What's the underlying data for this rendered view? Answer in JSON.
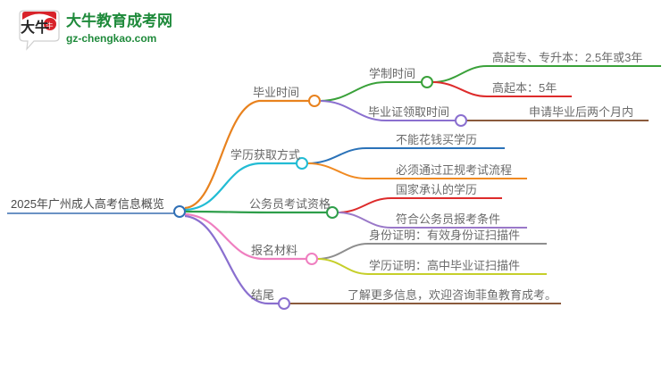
{
  "logo": {
    "mark_text": "大牛",
    "brand_cn": "大牛教育成考网",
    "brand_url": "gz-chengkao.com",
    "brand_color": "#1f8a3b",
    "mark_color": "#d8232a"
  },
  "mindmap": {
    "type": "mindmap",
    "root": {
      "label": "2025年广州成人高考信息概览",
      "color": "#3a6fb0",
      "node_color": "#2f6fb5"
    },
    "branches": [
      {
        "label": "毕业时间",
        "color": "#e8821e",
        "children": [
          {
            "label": "学制时间",
            "color": "#3aa13a",
            "children": [
              {
                "label": "高起专、专升本：2.5年或3年",
                "color": "#3aa13a"
              },
              {
                "label": "高起本：5年",
                "color": "#dd2b2b"
              }
            ]
          },
          {
            "label": "毕业证领取时间",
            "color": "#8a6fcf",
            "children": [
              {
                "label": "申请毕业后两个月内",
                "color": "#8a5a3c"
              }
            ]
          }
        ]
      },
      {
        "label": "学历获取方式",
        "color": "#22bcd4",
        "children": [
          {
            "label": "不能花钱买学历",
            "color": "#2a72b8"
          },
          {
            "label": "必须通过正规考试流程",
            "color": "#f08a22"
          }
        ]
      },
      {
        "label": "公务员考试资格",
        "color": "#2e9e4a",
        "children": [
          {
            "label": "国家承认的学历",
            "color": "#dd2b2b"
          },
          {
            "label": "符合公务员报考条件",
            "color": "#9a78c8"
          }
        ]
      },
      {
        "label": "报名材料",
        "color": "#ef7fc0",
        "children": [
          {
            "label": "身份证明：有效身份证扫描件",
            "color": "#8e8e8e"
          },
          {
            "label": "学历证明：高中毕业证扫描件",
            "color": "#c6cf2a"
          }
        ]
      },
      {
        "label": "结尾",
        "color": "#8a6fcf",
        "children": [
          {
            "label": "了解更多信息，欢迎咨询菲鱼教育成考。",
            "color": "#8a5a3c"
          }
        ]
      }
    ]
  }
}
